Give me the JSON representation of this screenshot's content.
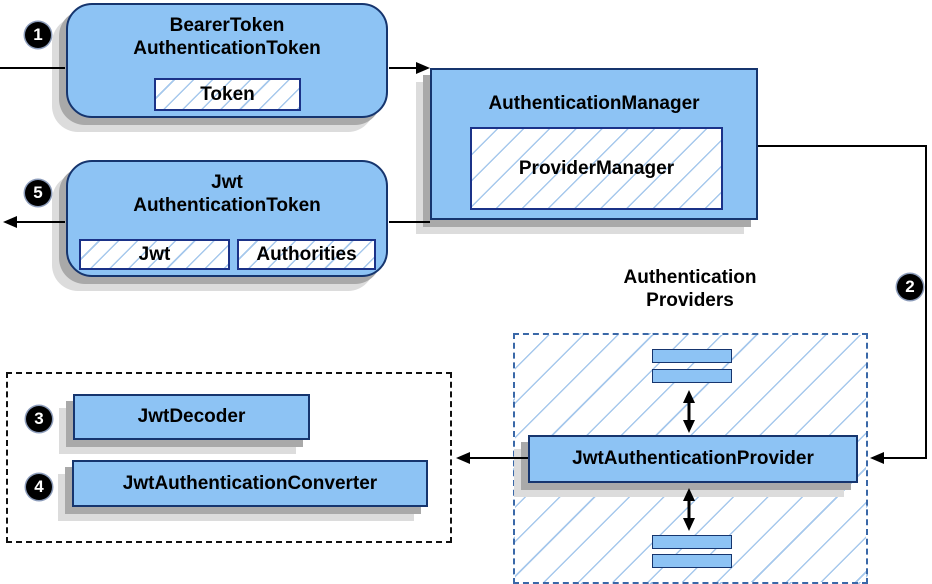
{
  "colors": {
    "node_fill": "#8dc3f4",
    "node_border": "#16356e",
    "chip_border": "#1b3288",
    "hatch_line": "#a6c8ec",
    "dashed_blue_border": "#3a68a8",
    "dashed_black_border": "#111111",
    "shadow_dark": "#a9a9a9",
    "shadow_light": "#dcdcdc",
    "arrow": "#000000",
    "badge_bg": "#000000",
    "badge_text": "#ffffff"
  },
  "nodes": {
    "bearer_token": {
      "title_line1": "BearerToken",
      "title_line2": "AuthenticationToken",
      "chip": "Token"
    },
    "authentication_manager": {
      "title": "AuthenticationManager",
      "chip": "ProviderManager"
    },
    "jwt_authentication_token": {
      "title_line1": "Jwt",
      "title_line2": "AuthenticationToken",
      "chip1": "Jwt",
      "chip2": "Authorities"
    },
    "jwt_authentication_provider": {
      "title": "JwtAuthenticationProvider"
    },
    "jwt_decoder": {
      "title": "JwtDecoder"
    },
    "jwt_authentication_converter": {
      "title": "JwtAuthenticationConverter"
    }
  },
  "groups": {
    "authentication_providers": {
      "label_line1": "Authentication",
      "label_line2": "Providers"
    }
  },
  "badges": {
    "step1": "1",
    "step2": "2",
    "step3": "3",
    "step4": "4",
    "step5": "5"
  }
}
